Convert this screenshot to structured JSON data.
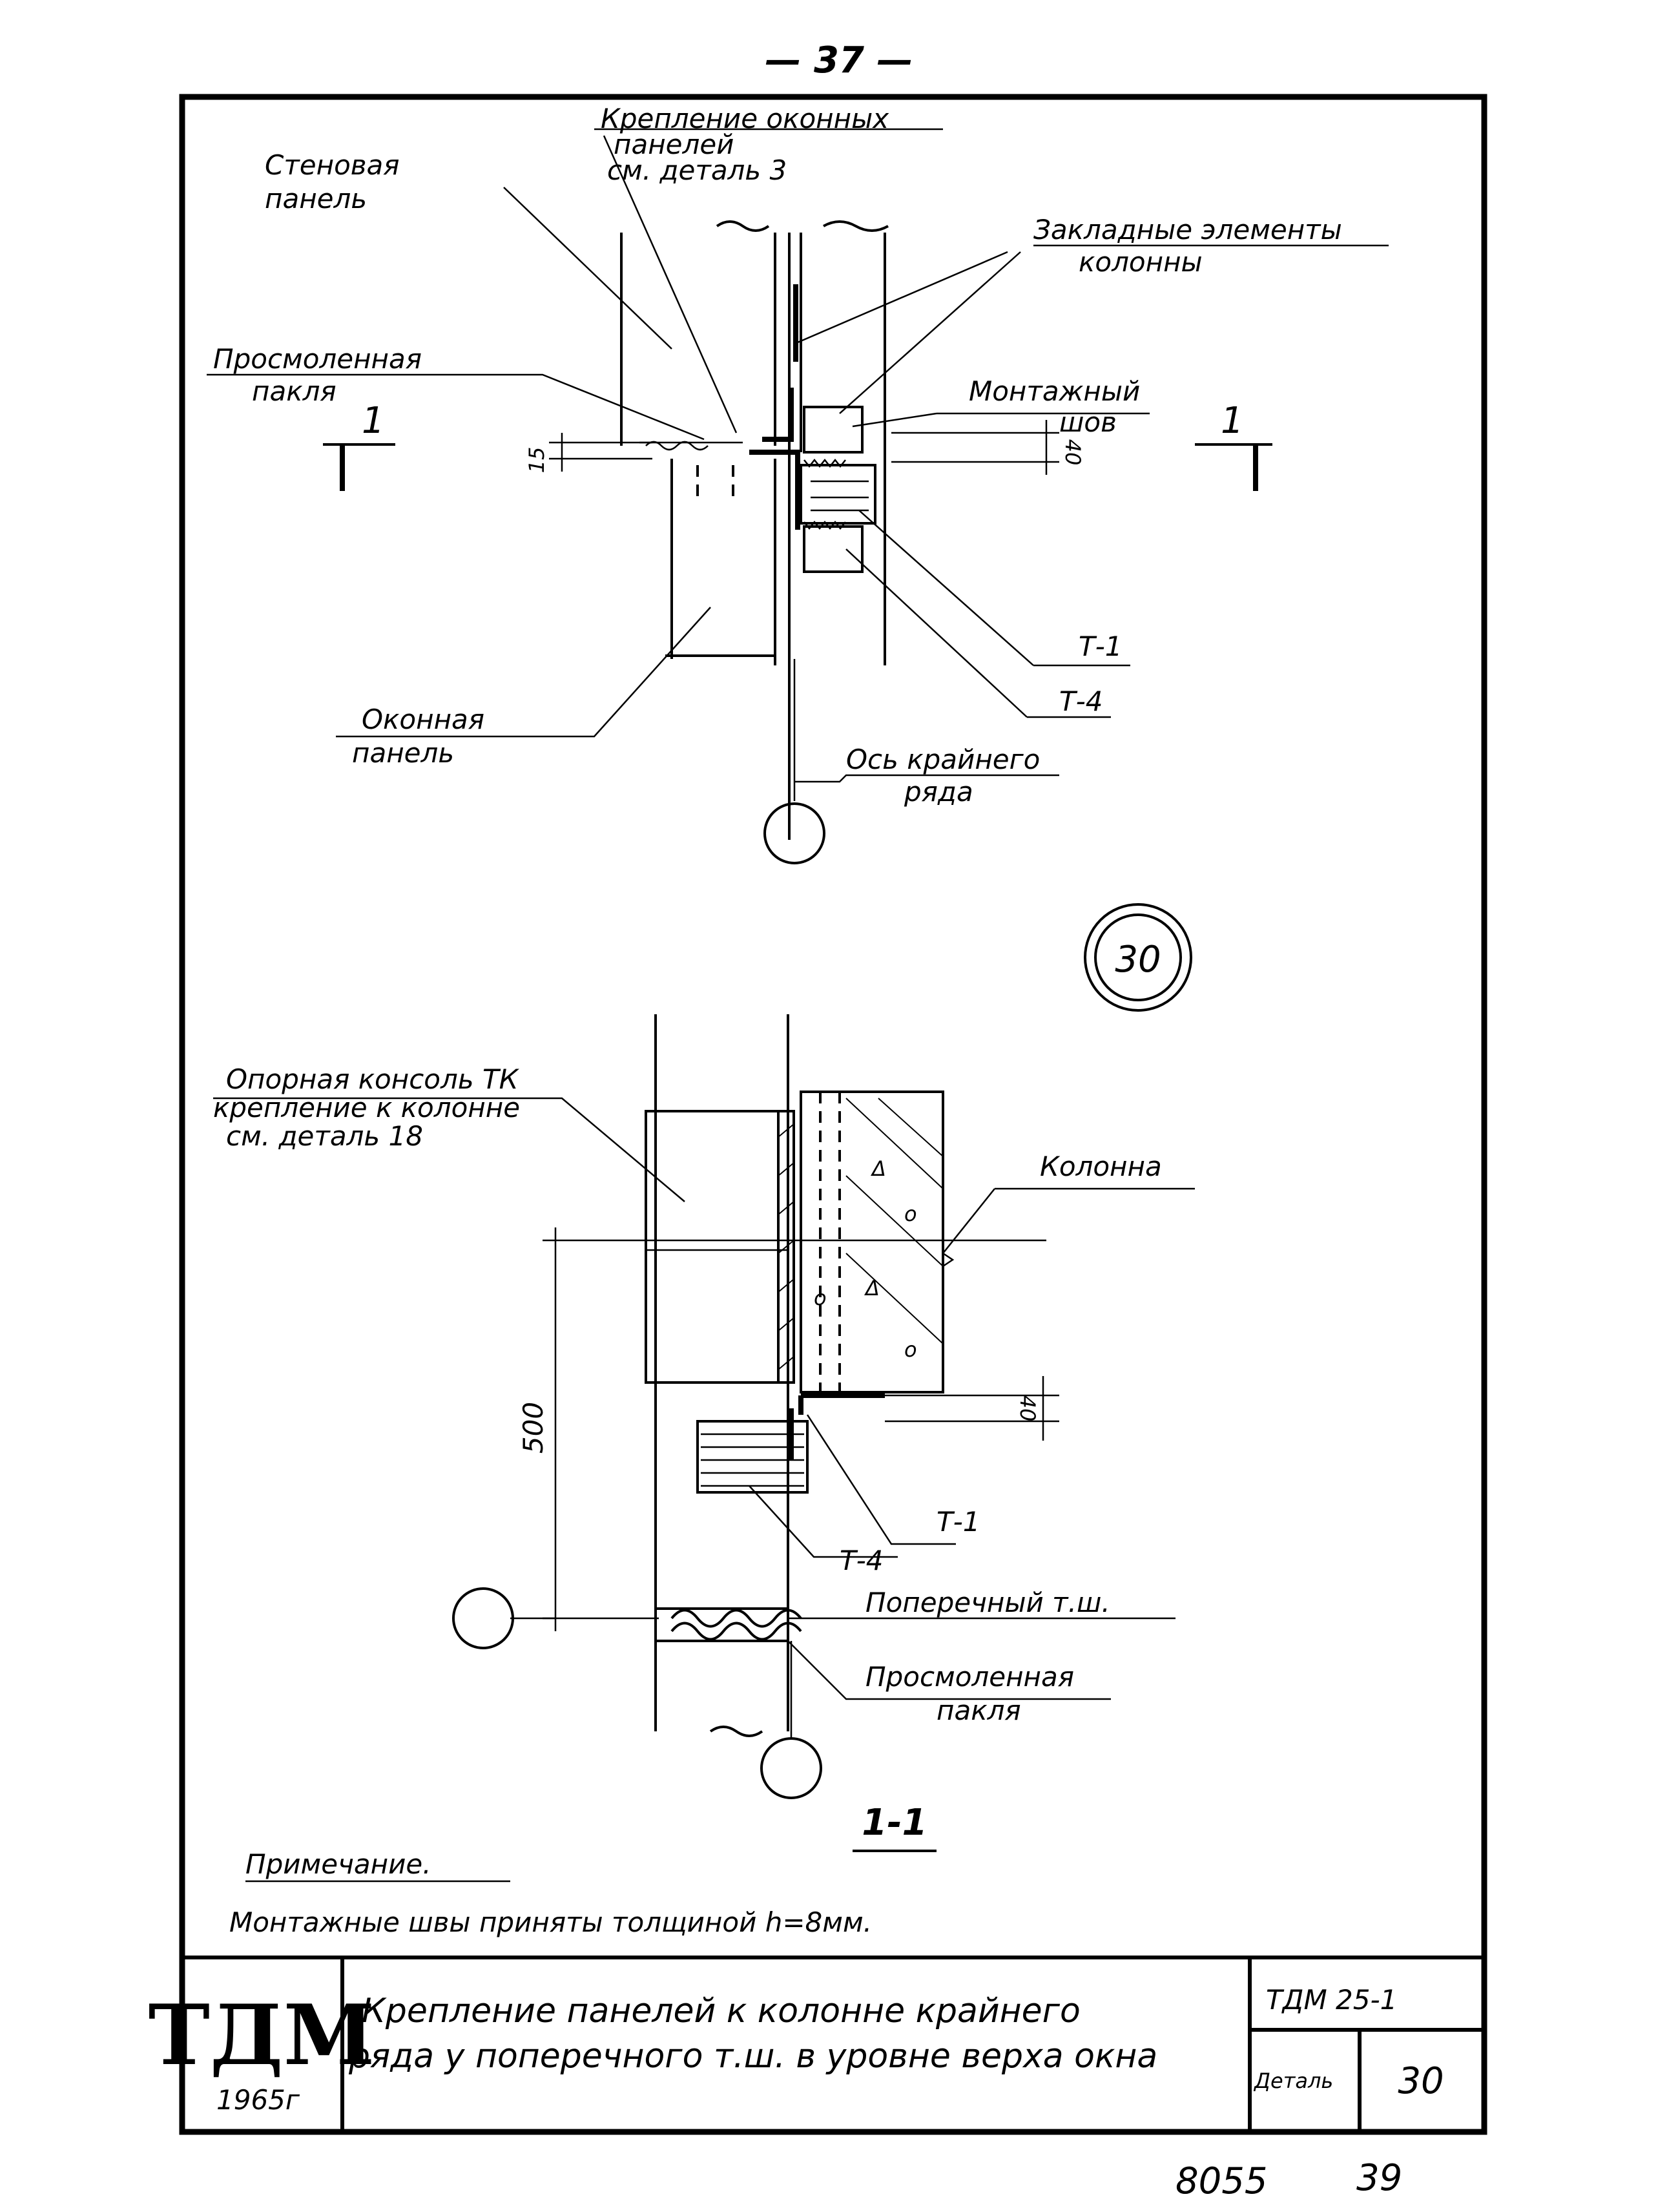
{
  "page_number": "— 37 —",
  "top_view": {
    "label_wall_panel": [
      "Стеновая",
      "панель"
    ],
    "label_window_fastening": [
      "Крепление оконных",
      "панелей",
      "см. деталь 3"
    ],
    "label_embedded_elements": [
      "Закладные элементы",
      "колонны"
    ],
    "label_oakum": [
      "Просмоленная",
      "пакля"
    ],
    "label_mounting_seam": [
      "Монтажный",
      "шов"
    ],
    "label_window_panel": [
      "Оконная",
      "панель"
    ],
    "label_axis": [
      "Ось крайнего",
      "ряда"
    ],
    "dim_15": "15",
    "dim_40": "40",
    "mark_t1": "Т-1",
    "mark_t4": "Т-4",
    "section_mark_left": "1",
    "section_mark_right": "1"
  },
  "detail_number": "30",
  "section_view": {
    "label_console": [
      "Опорная консоль ТК",
      "крепление к колонне",
      "см. деталь 18"
    ],
    "label_column": "Колонна",
    "dim_500": "500",
    "dim_40": "40",
    "mark_t1": "Т-1",
    "mark_t4": "Т-4",
    "label_transverse_seam": "Поперечный т.ш.",
    "label_oakum": [
      "Просмоленная",
      "пакля"
    ],
    "section_title": "1-1"
  },
  "note": {
    "heading": "Примечание.",
    "text": "Монтажные швы приняты толщиной h=8мм."
  },
  "title_block": {
    "logo": "ТДМ",
    "year": "1965г",
    "title_line1": "Крепление панелей к колонне крайнего",
    "title_line2": "ряда у поперечного т.ш. в уровне верха окна",
    "doc_code": "ТДМ 25-1",
    "detail_label": "Деталь",
    "detail_value": "30"
  },
  "footer": {
    "archive_number": "8055",
    "sheet_number": "39"
  }
}
